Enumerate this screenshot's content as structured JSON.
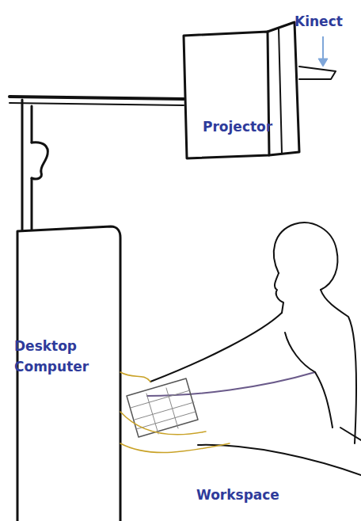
{
  "diagram": {
    "labels": [
      "Kinect",
      "Projector",
      "Desktop Computer",
      "Workspace"
    ]
  }
}
